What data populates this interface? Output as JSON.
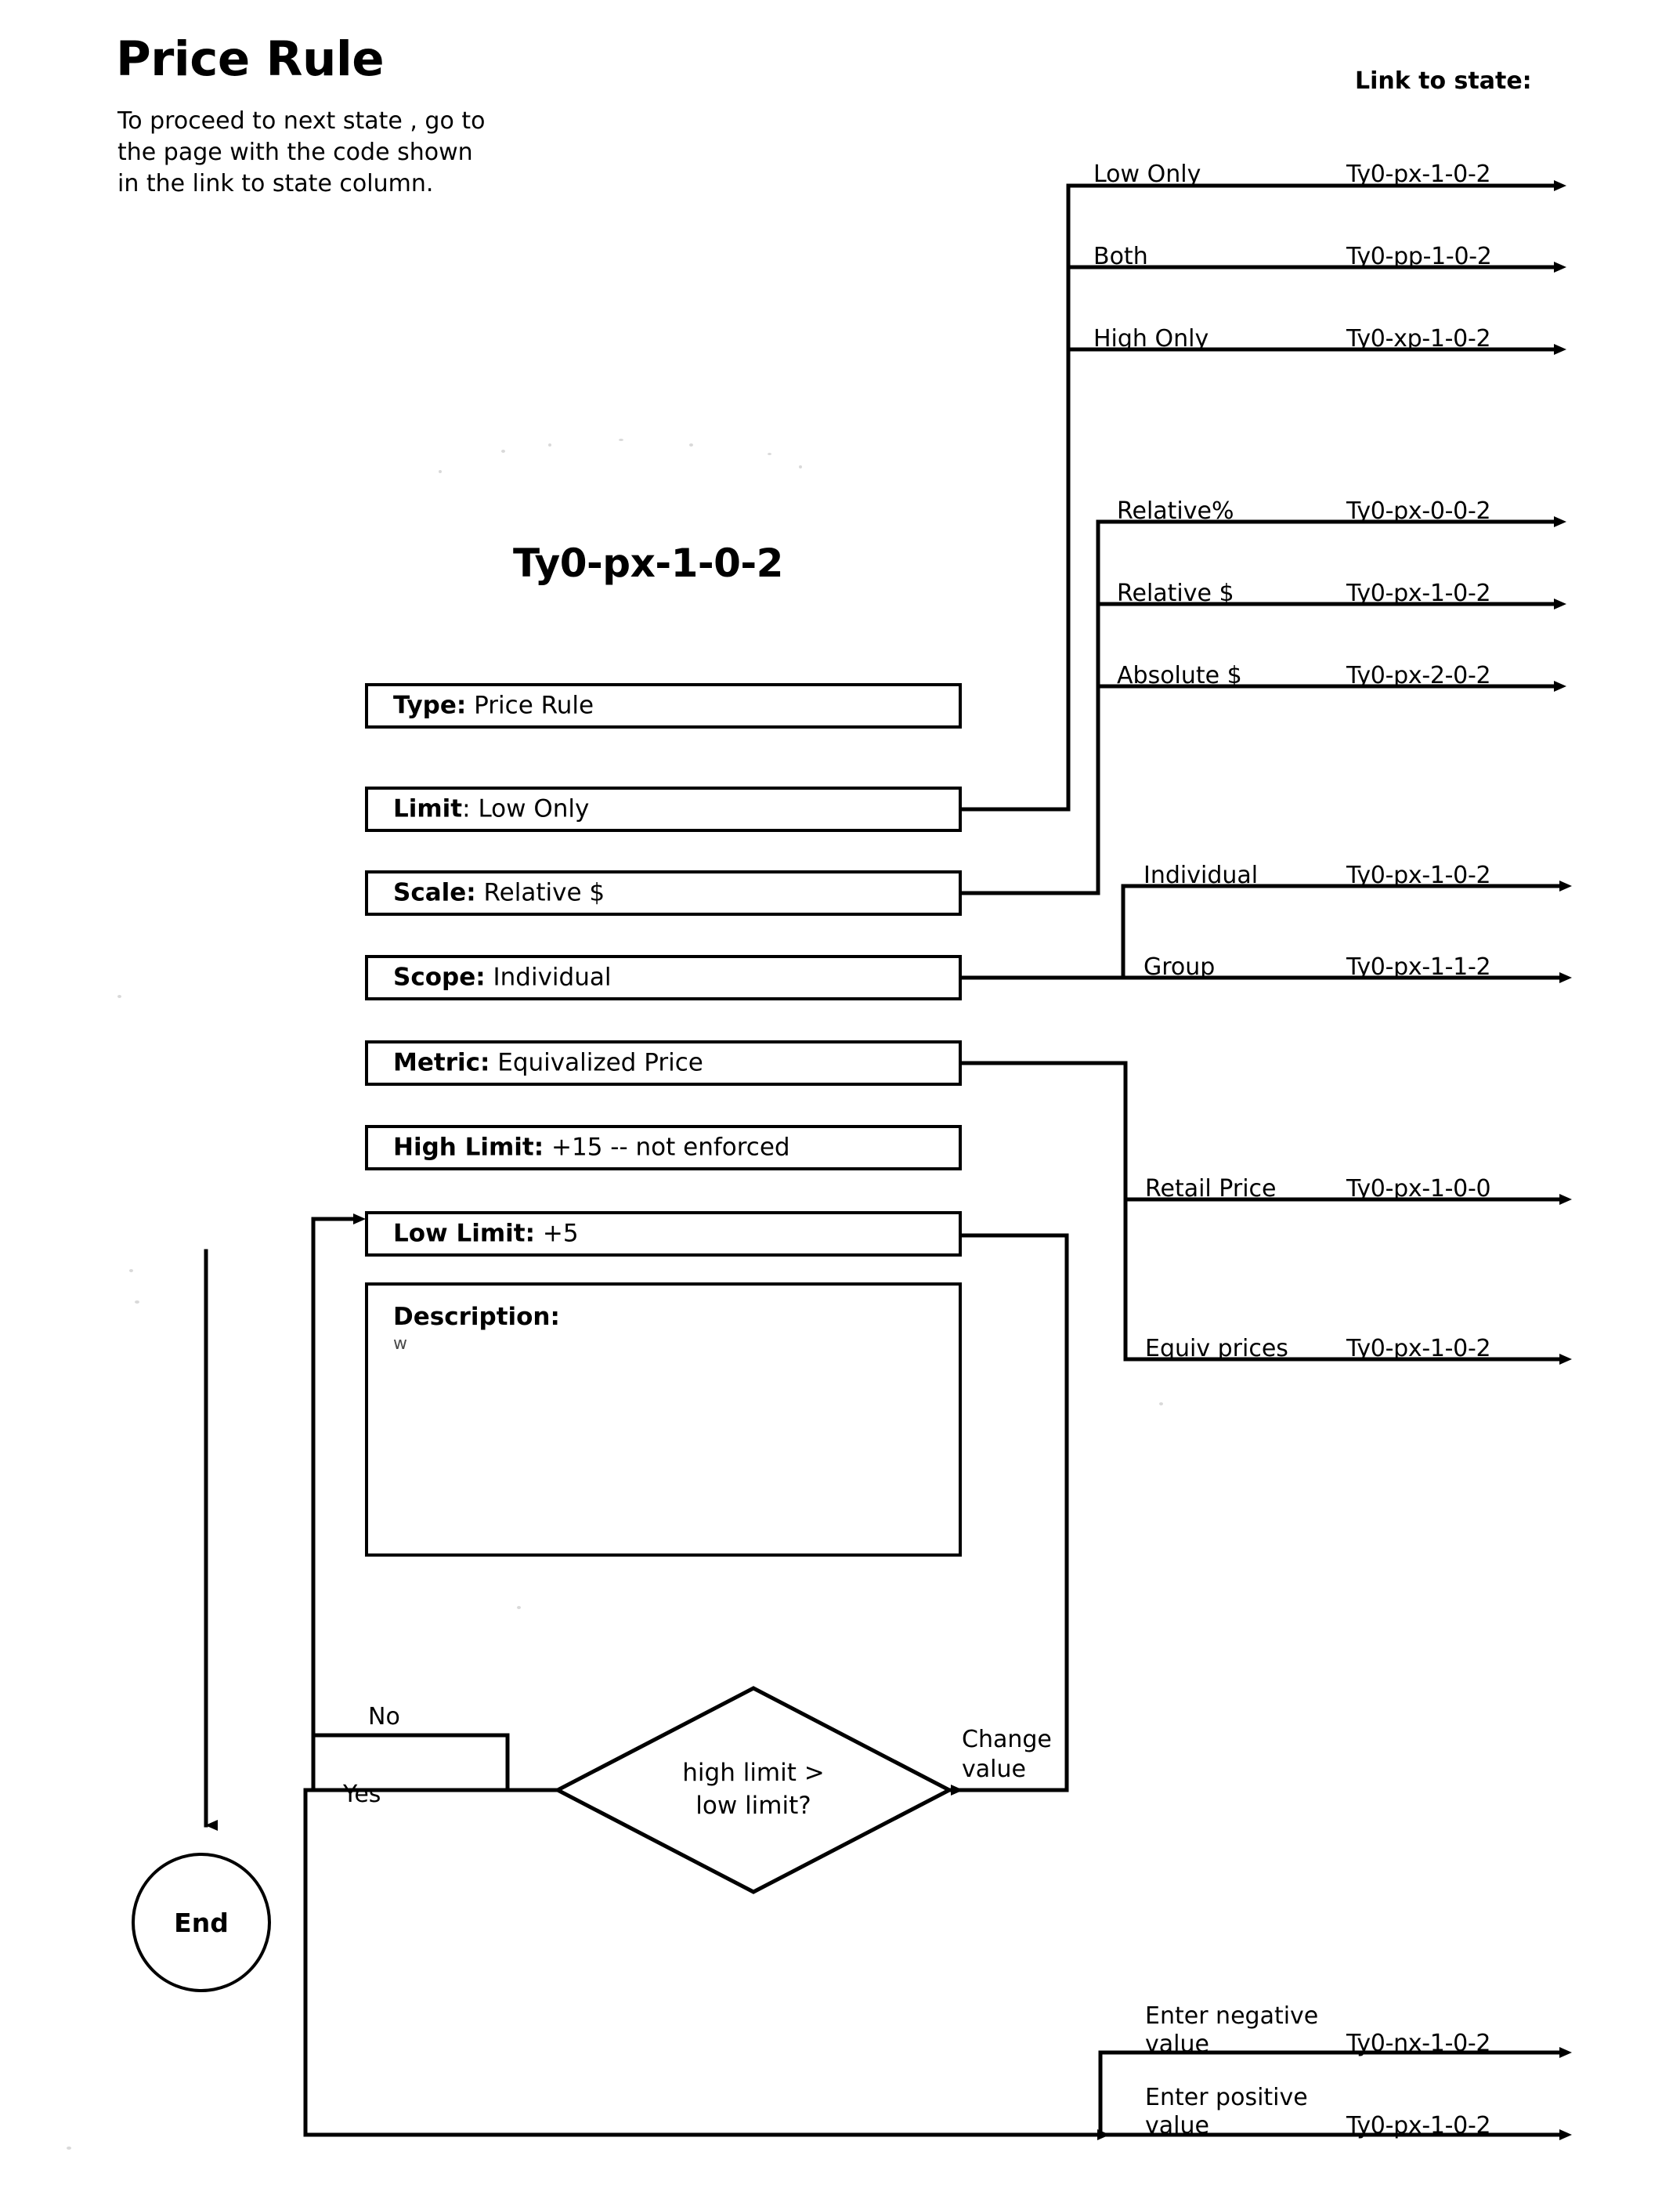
{
  "header": {
    "title": "Price Rule",
    "subtitle": "To proceed to next state , go to the page with the code shown in the link to state column.",
    "link_column_header": "Link to state:"
  },
  "state": {
    "code": "Ty0-px-1-0-2"
  },
  "fields": [
    {
      "label": "Type:",
      "value": "Price Rule"
    },
    {
      "label": "Limit",
      "value": ": Low Only"
    },
    {
      "label": "Scale:",
      "value": "Relative $"
    },
    {
      "label": "Scope:",
      "value": "Individual"
    },
    {
      "label": "Metric:",
      "value": "Equivalized Price"
    },
    {
      "label": "High Limit:",
      "value": "+15  -- not enforced"
    },
    {
      "label": "Low Limit:",
      "value": "+5"
    }
  ],
  "description": {
    "label": "Description:",
    "value": "w"
  },
  "transition_groups": [
    {
      "name": "limit",
      "source_field": "Limit",
      "options": [
        {
          "label": "Low Only",
          "code": "Ty0-px-1-0-2"
        },
        {
          "label": "Both",
          "code": "Ty0-pp-1-0-2"
        },
        {
          "label": "High Only",
          "code": "Ty0-xp-1-0-2"
        }
      ]
    },
    {
      "name": "scale",
      "source_field": "Scale",
      "options": [
        {
          "label": "Relative%",
          "code": "Ty0-px-0-0-2"
        },
        {
          "label": "Relative $",
          "code": "Ty0-px-1-0-2"
        },
        {
          "label": "Absolute $",
          "code": "Ty0-px-2-0-2"
        }
      ]
    },
    {
      "name": "scope",
      "source_field": "Scope",
      "options": [
        {
          "label": "Individual",
          "code": "Ty0-px-1-0-2"
        },
        {
          "label": "Group",
          "code": "Ty0-px-1-1-2"
        }
      ]
    },
    {
      "name": "metric",
      "source_field": "Metric",
      "options": [
        {
          "label": "Retail Price",
          "code": "Ty0-px-1-0-0"
        },
        {
          "label": "Equiv prices",
          "code": "Ty0-px-1-0-2"
        }
      ]
    },
    {
      "name": "value-entry",
      "source_field": "Low Limit",
      "options": [
        {
          "label": "Enter negative\nvalue",
          "label_line1": "Enter negative",
          "label_line2": "value",
          "code": "Ty0-nx-1-0-2"
        },
        {
          "label": "Enter positive\nvalue",
          "label_line1": "Enter positive",
          "label_line2": "value",
          "code": "Ty0-px-1-0-2"
        }
      ]
    }
  ],
  "decision": {
    "text_line1": "high limit >",
    "text_line2": "low limit?",
    "branch_no": "No",
    "branch_yes": "Yes",
    "loop_label_line1": "Change",
    "loop_label_line2": "value"
  },
  "terminator": {
    "label": "End"
  },
  "colors": {
    "ink": "#000000",
    "paper": "#ffffff"
  }
}
